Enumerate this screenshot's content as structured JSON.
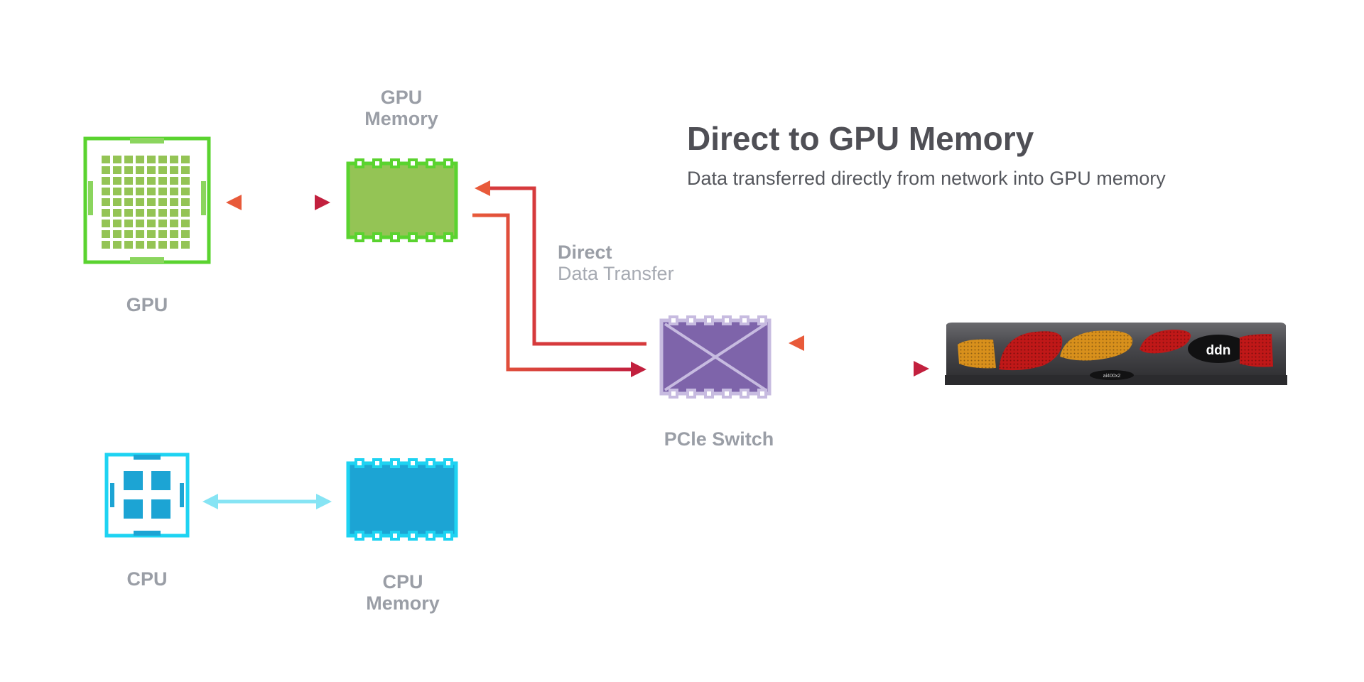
{
  "header": {
    "title": "Direct to GPU Memory",
    "subtitle": "Data transferred directly from network into GPU memory"
  },
  "nodes": {
    "gpu": {
      "label": "GPU",
      "color": "#5ad32f"
    },
    "gpu_memory": {
      "label_line1": "GPU",
      "label_line2": "Memory",
      "color": "#94c455"
    },
    "cpu": {
      "label": "CPU",
      "color": "#1ed3f2"
    },
    "cpu_memory": {
      "label_line1": "CPU",
      "label_line2": "Memory",
      "color": "#1ca4d4"
    },
    "pcie_switch": {
      "label": "PCle Switch",
      "color": "#7e64aa"
    },
    "storage": {
      "brand": "ddn",
      "model": "ai400x2"
    }
  },
  "path_label": {
    "line1": "Direct",
    "line2": "Data Transfer"
  },
  "colors": {
    "arrow_red_start": "#e85a3a",
    "arrow_red_end": "#c2203e",
    "arrow_cyan": "#86e4f4",
    "label_gray": "#9a9ea6",
    "title": "#4f4f55"
  }
}
